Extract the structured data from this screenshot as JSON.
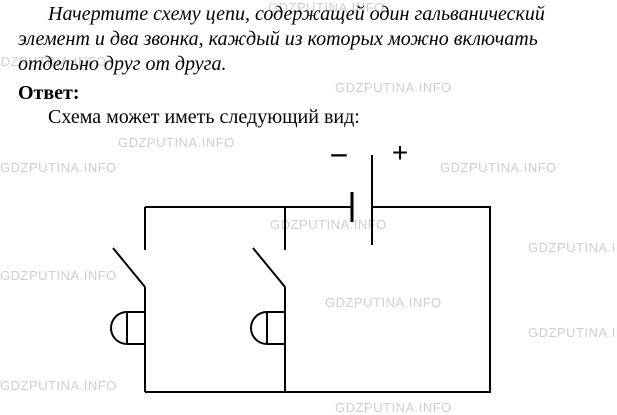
{
  "task": {
    "lines": [
      "Начертите схему цепи, содержащей один гальванический",
      "элемент и два звонка, каждый из которых можно включать",
      "отдельно друг от друга."
    ]
  },
  "answer_label": "Ответ:",
  "caption": "Схема может иметь следующий вид:",
  "battery": {
    "minus": "−",
    "plus": "+"
  },
  "watermark": "GDZPUTINA.INFO"
}
